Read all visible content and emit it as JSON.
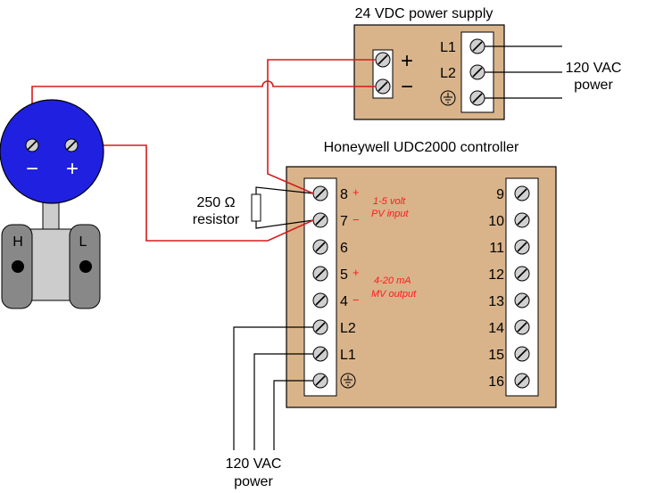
{
  "power_supply": {
    "title": "24 VDC power supply",
    "plus": "+",
    "minus": "−",
    "terminals": [
      "L1",
      "L2"
    ],
    "ac_label_line1": "120 VAC",
    "ac_label_line2": "power"
  },
  "controller": {
    "title": "Honeywell UDC2000 controller",
    "left_terminals": [
      "8",
      "7",
      "6",
      "5",
      "4",
      "L2",
      "L1"
    ],
    "right_terminals": [
      "9",
      "10",
      "11",
      "12",
      "13",
      "14",
      "15",
      "16"
    ],
    "pv_sign_plus": "+",
    "pv_sign_minus": "−",
    "pv_note_line1": "1-5 volt",
    "pv_note_line2": "PV input",
    "mv_sign_plus": "+",
    "mv_sign_minus": "−",
    "mv_note_line1": "4-20 mA",
    "mv_note_line2": "MV output",
    "ac_label_line1": "120 VAC",
    "ac_label_line2": "power"
  },
  "resistor": {
    "label_line1": "250 Ω",
    "label_line2": "resistor"
  },
  "transmitter": {
    "minus": "−",
    "plus": "+",
    "high_port": "H",
    "low_port": "L"
  },
  "colors": {
    "panel": "#d9b48b",
    "transmitter_body": "#2020e0",
    "wire_signal": "#d61b1b",
    "sensor_body": "#cccccc",
    "sensor_flange": "#888888"
  }
}
